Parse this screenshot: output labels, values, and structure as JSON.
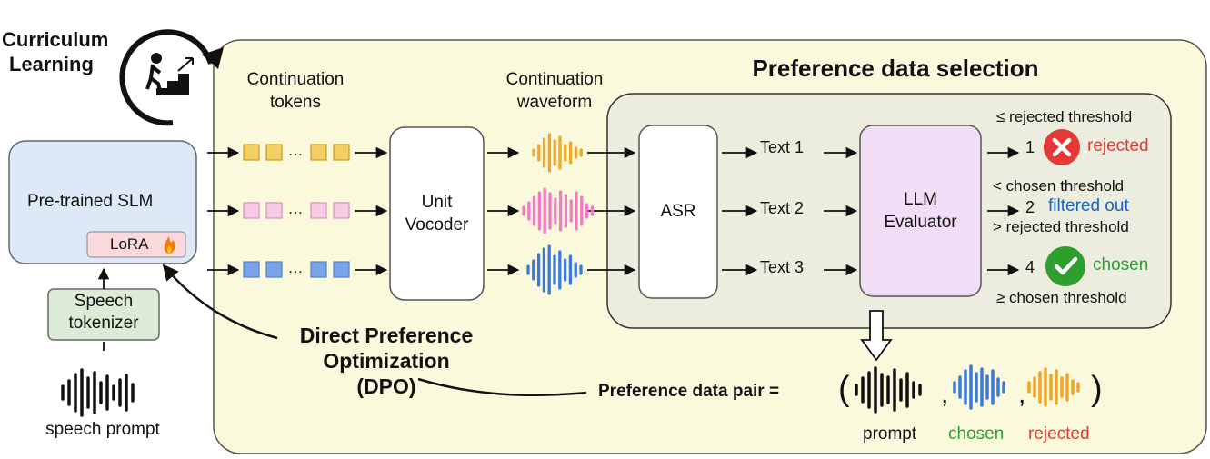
{
  "curriculum": {
    "line1": "Curriculum",
    "line2": "Learning"
  },
  "pretrained": {
    "label": "Pre-trained SLM",
    "lora": "LoRA"
  },
  "tokenizer": {
    "line1": "Speech",
    "line2": "tokenizer"
  },
  "speech_prompt": "speech prompt",
  "dpo": {
    "line1": "Direct Preference",
    "line2": "Optimization",
    "line3": "(DPO)"
  },
  "continuation_tokens": {
    "line1": "Continuation",
    "line2": "tokens"
  },
  "vocoder": {
    "line1": "Unit",
    "line2": "Vocoder"
  },
  "continuation_waveform": {
    "line1": "Continuation",
    "line2": "waveform"
  },
  "selection_title": "Preference data selection",
  "asr": "ASR",
  "texts": [
    "Text 1",
    "Text 2",
    "Text 3"
  ],
  "llm": {
    "line1": "LLM",
    "line2": "Evaluator"
  },
  "outcomes": {
    "rejected": {
      "score": "1",
      "label": "rejected",
      "cond": "≤ rejected threshold"
    },
    "filtered": {
      "score": "2",
      "label": "filtered out",
      "cond_top": "< chosen threshold",
      "cond_bottom": "> rejected threshold"
    },
    "chosen": {
      "score": "4",
      "label": "chosen",
      "cond": "≥ chosen threshold"
    }
  },
  "pair": {
    "label": "Preference data pair =",
    "open": "(",
    "comma": ",",
    "close": ")",
    "prompt": "prompt",
    "chosen": "chosen",
    "rejected": "rejected"
  },
  "colors": {
    "outer_bg": "#fbf9dc",
    "inner_bg": "#ededdf",
    "slm_bg": "#dde9f7",
    "lora_bg": "#fad9dc",
    "tokenizer_bg": "#dcebd6",
    "llm_bg": "#f1ddf6",
    "orange": "#f0a62a",
    "pink": "#f07cc1",
    "blue": "#3b7ad8",
    "tok_orange": "#f5cf66",
    "tok_pink": "#f7cbe5",
    "tok_blue": "#7aa4e8",
    "red": "#e53935",
    "green": "#2e9e2e",
    "filter_blue": "#1565c0"
  }
}
